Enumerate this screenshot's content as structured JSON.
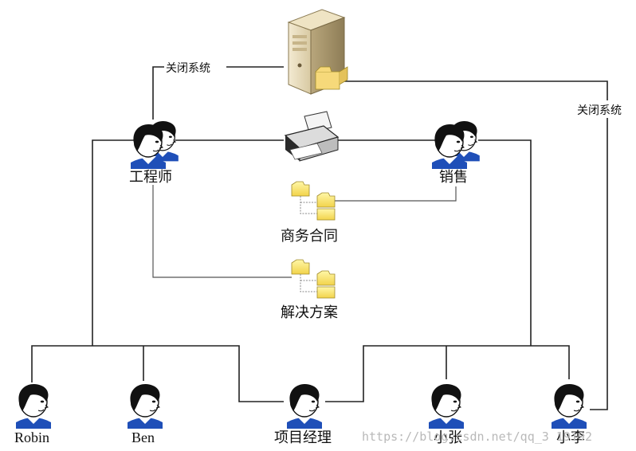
{
  "nodes": {
    "server": {
      "icon": "server-icon"
    },
    "printer": {
      "icon": "printer-icon"
    },
    "engineer": {
      "label": "工程师",
      "icon": "user-group-icon"
    },
    "sales": {
      "label": "销售",
      "icon": "user-group-icon"
    },
    "contracts": {
      "label": "商务合同",
      "icon": "folder-tree-icon"
    },
    "solutions": {
      "label": "解决方案",
      "icon": "folder-tree-icon"
    },
    "robin": {
      "label": "Robin",
      "icon": "user-icon"
    },
    "ben": {
      "label": "Ben",
      "icon": "user-icon"
    },
    "manager": {
      "label": "项目经理",
      "icon": "user-icon"
    },
    "xiaozhang": {
      "label": "小张",
      "icon": "user-icon"
    },
    "xiaoli": {
      "label": "小李",
      "icon": "user-icon"
    }
  },
  "edges": {
    "engineer_server": "关闭系统",
    "server_xiaoli": "关闭系统"
  },
  "watermark": "https://blog.csdn.net/qq_3   19192"
}
